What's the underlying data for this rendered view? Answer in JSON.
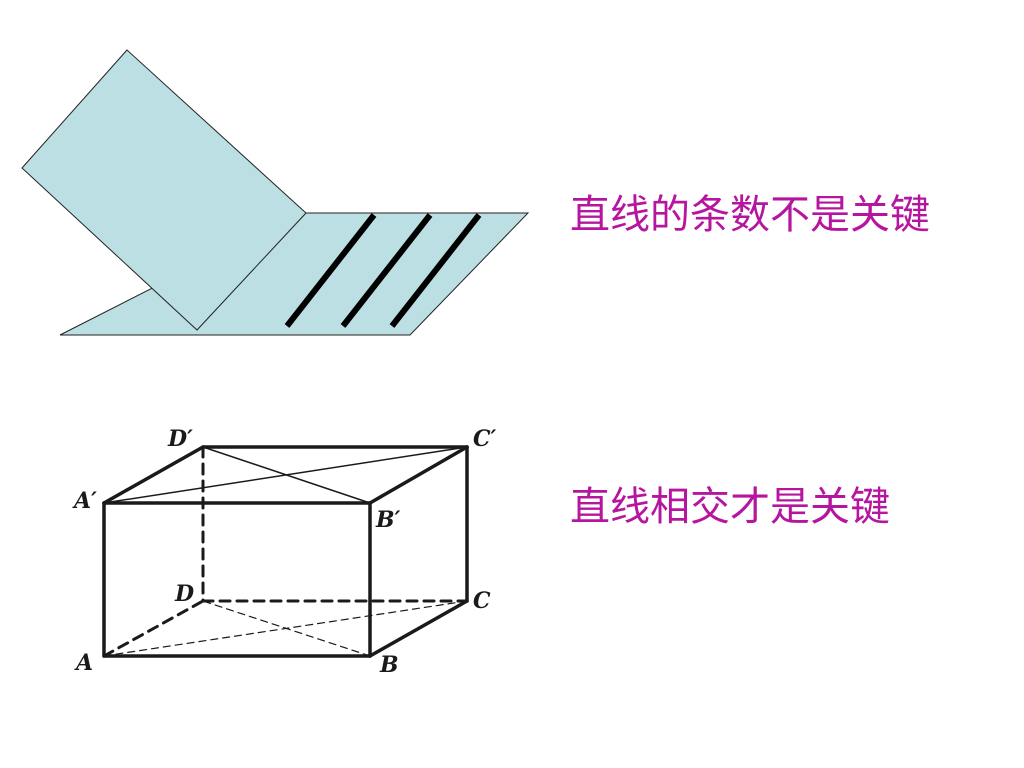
{
  "captions": {
    "line_count": "直线的条数不是关键",
    "intersecting": "直线相交才是关键"
  },
  "box_labels": {
    "top_back_left": "D′",
    "top_back_right": "C′",
    "top_front_left": "A′",
    "top_front_right": "B′",
    "bottom_back_left": "D",
    "bottom_back_right": "C",
    "bottom_front_left": "A",
    "bottom_front_right": "B"
  },
  "colors": {
    "caption": "#b6169f",
    "plane_fill": "#bbdfe2",
    "stroke": "#1a1a1a"
  }
}
